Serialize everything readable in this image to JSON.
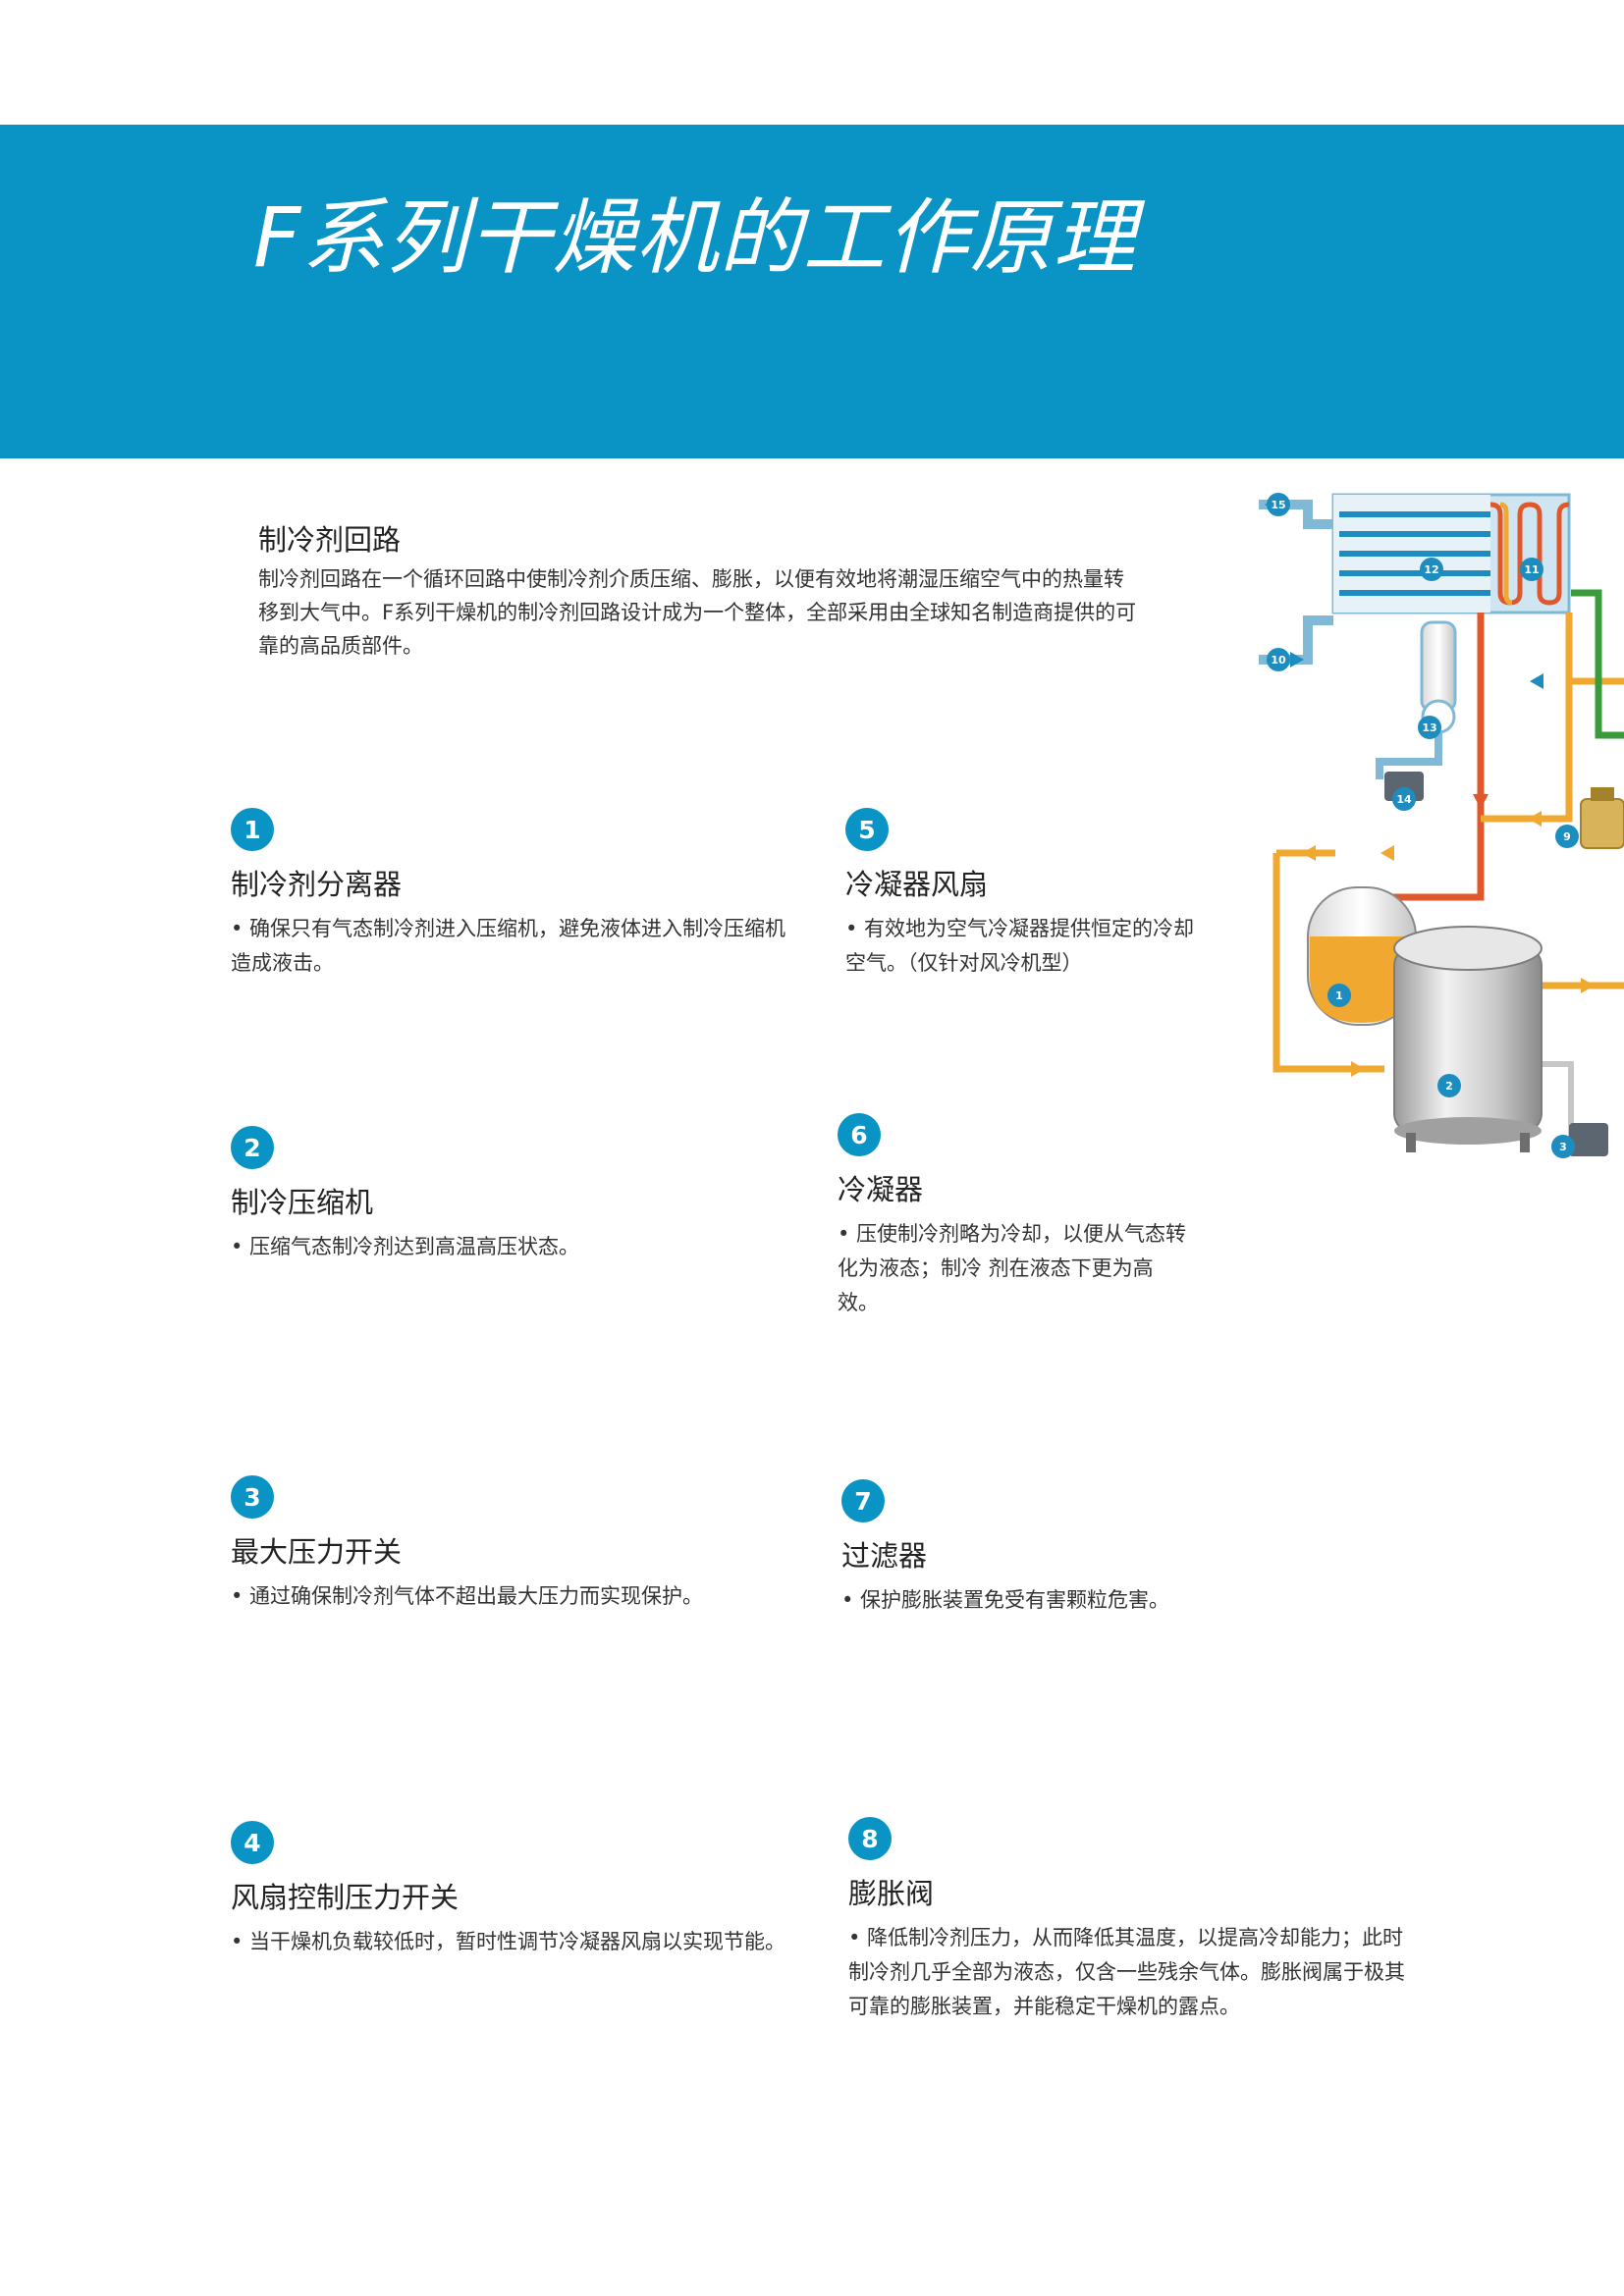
{
  "title": "F系列干燥机的工作原理",
  "intro": {
    "heading": "制冷剂回路",
    "body": "制冷剂回路在一个循环回路中使制冷剂介质压缩、膨胀，以便有效地将潮湿压缩空气中的热量转移到大气中。F系列干燥机的制冷剂回路设计成为一个整体，全部采用由全球知名制造商提供的可靠的高品质部件。"
  },
  "items": [
    {
      "num": "1",
      "title": "制冷剂分离器",
      "text": "• 确保只有气态制冷剂进入压缩机，避免液体进入制冷压缩机造成液击。"
    },
    {
      "num": "2",
      "title": "制冷压缩机",
      "text": "• 压缩气态制冷剂达到高温高压状态。"
    },
    {
      "num": "3",
      "title": "最大压力开关",
      "text": "• 通过确保制冷剂气体不超出最大压力而实现保护。"
    },
    {
      "num": "4",
      "title": "风扇控制压力开关",
      "text": "• 当干燥机负载较低时，暂时性调节冷凝器风扇以实现节能。"
    },
    {
      "num": "5",
      "title": "冷凝器风扇",
      "text": "• 有效地为空气冷凝器提供恒定的冷却空气。（仅针对风冷机型）"
    },
    {
      "num": "6",
      "title": "冷凝器",
      "text": "• 压使制冷剂略为冷却，以便从气态转化为液态；制冷 剂在液态下更为高效。"
    },
    {
      "num": "7",
      "title": "过滤器",
      "text": "• 保护膨胀装置免受有害颗粒危害。"
    },
    {
      "num": "8",
      "title": "膨胀阀",
      "text": "• 降低制冷剂压力，从而降低其温度，以提高冷却能力；此时制冷剂几乎全部为液态，仅含一些残余气体。膨胀阀属于极其可靠的膨胀装置，并能稳定干燥机的露点。"
    }
  ],
  "diagram": {
    "labels": [
      "15",
      "12",
      "11",
      "10",
      "13",
      "14",
      "9",
      "1",
      "2",
      "3"
    ]
  },
  "colors": {
    "brand": "#0a94c5",
    "refrigerant_hot": "#e0572b",
    "refrigerant_warm": "#f0a830",
    "refrigerant_green": "#3a9b3a"
  }
}
